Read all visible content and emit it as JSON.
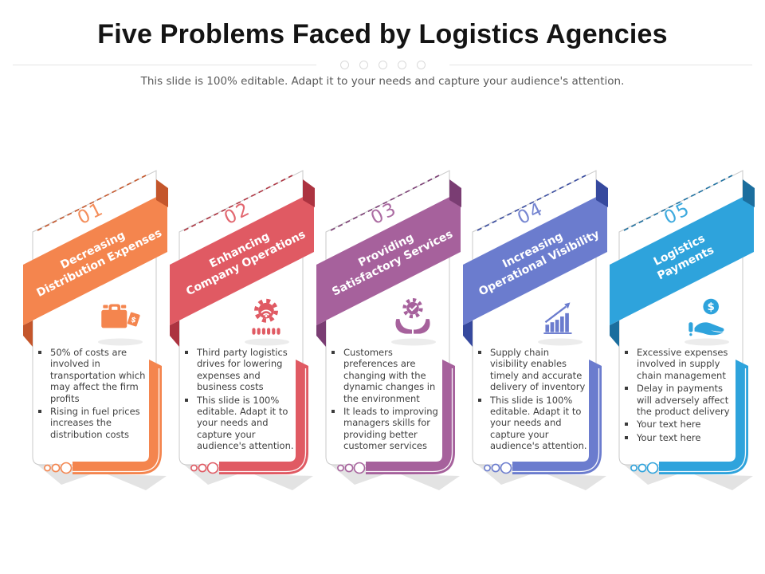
{
  "header": {
    "title": "Five Problems Faced by Logistics Agencies",
    "subtitle": "This slide is 100% editable. Adapt it to your needs and capture your audience's attention.",
    "divider_dot_count": 5
  },
  "cards": [
    {
      "number": "01",
      "title_lines": [
        "Decreasing",
        "Distribution Expenses"
      ],
      "icon": "money-box-icon",
      "colors": {
        "main": "#F4854E",
        "dark": "#C4562B"
      },
      "bullets": [
        "50% of costs are involved in transportation which may affect the firm profits",
        "Rising in fuel prices increases the distribution costs"
      ]
    },
    {
      "number": "02",
      "title_lines": [
        "Enhancing",
        "Company Operations"
      ],
      "icon": "automation-gear-icon",
      "colors": {
        "main": "#E05A63",
        "dark": "#AC3340"
      },
      "bullets": [
        "Third party logistics drives for lowering expenses and business costs",
        "This slide is 100% editable. Adapt it to your needs and capture your audience's attention."
      ]
    },
    {
      "number": "03",
      "title_lines": [
        "Providing",
        "Satisfactory Services"
      ],
      "icon": "hands-gear-icon",
      "colors": {
        "main": "#A6619C",
        "dark": "#7A3D73"
      },
      "bullets": [
        "Customers preferences are changing with the dynamic changes in the environment",
        "It leads to improving managers skills for providing better customer services"
      ]
    },
    {
      "number": "04",
      "title_lines": [
        "Increasing",
        "Operational Visibility"
      ],
      "icon": "growth-chart-icon",
      "colors": {
        "main": "#6B7CCE",
        "dark": "#36499E"
      },
      "bullets": [
        "Supply chain visibility enables timely and accurate delivery of inventory",
        "This slide is 100% editable. Adapt it to your needs and capture your audience's attention."
      ]
    },
    {
      "number": "05",
      "title_lines": [
        "Logistics",
        "Payments"
      ],
      "icon": "dollar-hand-icon",
      "colors": {
        "main": "#2EA3DC",
        "dark": "#1B6E9E"
      },
      "bullets": [
        "Excessive expenses involved in supply chain management",
        "Delay in payments will adversely affect the product delivery",
        "Your text here",
        "Your text here"
      ]
    }
  ]
}
